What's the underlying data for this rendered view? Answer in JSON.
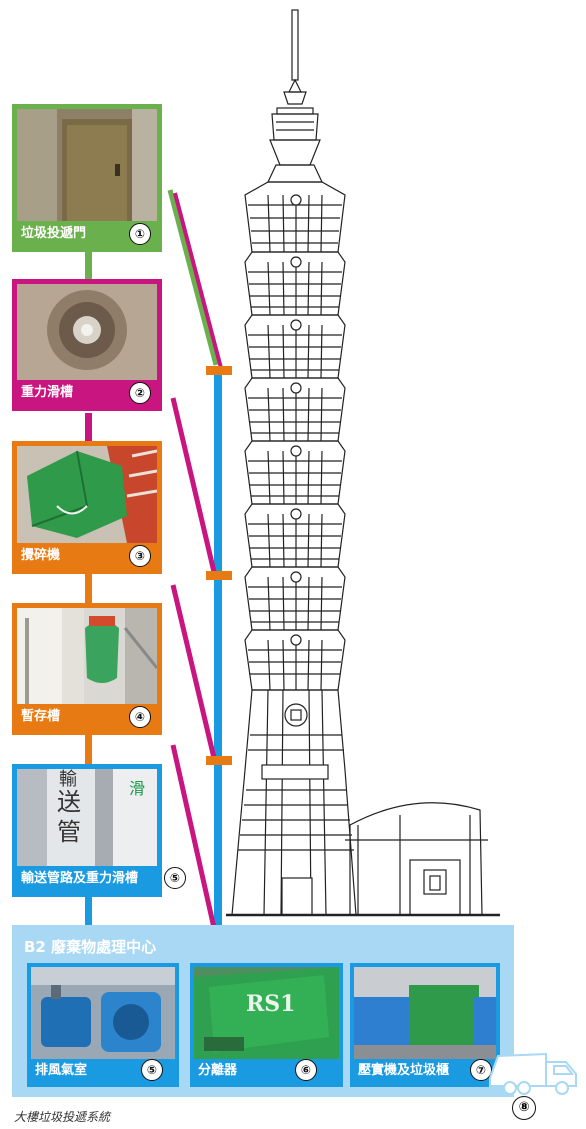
{
  "colors": {
    "green": "#6ab04c",
    "magenta": "#c8157f",
    "orange": "#e87a14",
    "blue": "#1a9ae0",
    "light_blue": "#a8d8f3",
    "tower_line": "#222222"
  },
  "steps": [
    {
      "label": "垃圾投遞門",
      "number": "①",
      "color_key": "green",
      "icon": "door-photo"
    },
    {
      "label": "重力滑槽",
      "number": "②",
      "color_key": "magenta",
      "icon": "chute-photo"
    },
    {
      "label": "攪碎機",
      "number": "③",
      "color_key": "orange",
      "icon": "shredder-photo"
    },
    {
      "label": "暫存槽",
      "number": "④",
      "color_key": "orange",
      "icon": "storage-tank-photo"
    },
    {
      "label": "輸送管路及重力滑槽",
      "number": "⑤",
      "color_key": "blue",
      "icon": "pipeline-photo"
    }
  ],
  "b2": {
    "title": "B2 廢棄物處理中心",
    "units": [
      {
        "label": "排風氣室",
        "number": "⑤",
        "icon": "exhaust-room-photo"
      },
      {
        "label": "分離器",
        "number": "⑥",
        "icon": "separator-photo"
      },
      {
        "label": "壓實機及垃圾櫃",
        "number": "⑦",
        "icon": "compactor-photo"
      }
    ],
    "separator_mark": "RS1"
  },
  "photo_text": {
    "pipe_chars": "送\n管",
    "pipe_top": "輸",
    "pipe_right": "滑"
  },
  "truck": {
    "number": "⑧",
    "icon": "garbage-truck-icon"
  },
  "caption": "大樓垃圾投遞系統"
}
